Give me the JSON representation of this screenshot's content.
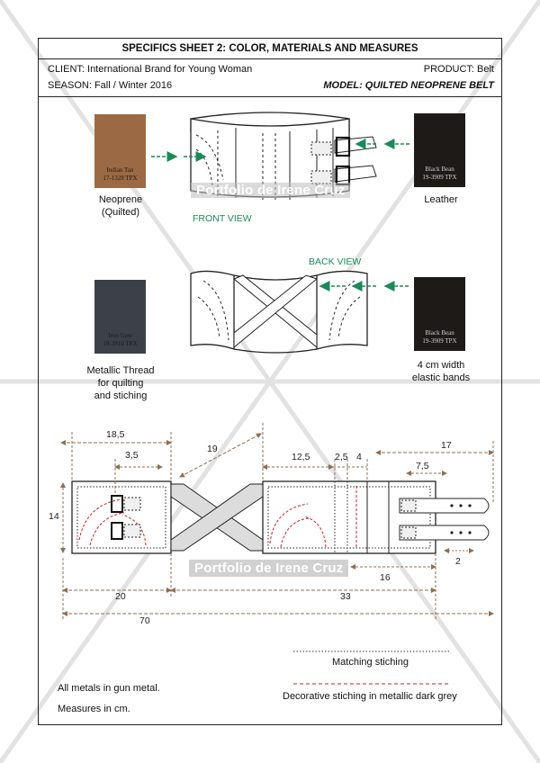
{
  "header": {
    "title": "SPECIFICS SHEET 2: COLOR, MATERIALS AND MEASURES",
    "client": "CLIENT: International Brand for Young Woman",
    "season": "SEASON: Fall / Winter 2016",
    "product": "PRODUCT: Belt",
    "model": "MODEL: QUILTED NEOPRENE BELT"
  },
  "materials": {
    "neoprene": {
      "swatch_name": "Indian Tan",
      "swatch_code": "17-1328 TPX",
      "color": "#9b6a44",
      "label_1": "Neoprene",
      "label_2": "(Quilted)"
    },
    "leather": {
      "swatch_name": "Black Bean",
      "swatch_code": "19-3909 TPX",
      "color": "#1d1a18",
      "label": "Leather"
    },
    "thread": {
      "swatch_name": "Iron Gate",
      "swatch_code": "19-3910 TPX",
      "color": "#3b4049",
      "label_1": "Metallic Thread",
      "label_2": "for quilting",
      "label_3": "and stiching"
    },
    "elastic": {
      "swatch_name": "Black Bean",
      "swatch_code": "19-3909 TPX",
      "color": "#1d1a18",
      "label_1": "4 cm width",
      "label_2": "elastic bands"
    }
  },
  "views": {
    "front": "FRONT VIEW",
    "back": "BACK VIEW"
  },
  "watermark": "Portfolio de Irene Cruz",
  "measures": {
    "d18_5": "18,5",
    "d3_5": "3,5",
    "d19": "19",
    "d12_5": "12,5",
    "d2_5": "2,5",
    "d4": "4",
    "d17": "17",
    "d7_5": "7,5",
    "d14": "14",
    "d2": "2",
    "d16": "16",
    "d20": "20",
    "d33": "33",
    "d70": "70"
  },
  "legend": {
    "matching": "Matching stiching",
    "decorative": "Decorative stiching in metallic dark grey",
    "metals": "All metals in gun metal.",
    "units": "Measures in cm."
  },
  "colors": {
    "accent_green": "#1a8a5a",
    "dim_brown": "#8c6f55",
    "decorative_red": "#c8202a"
  }
}
